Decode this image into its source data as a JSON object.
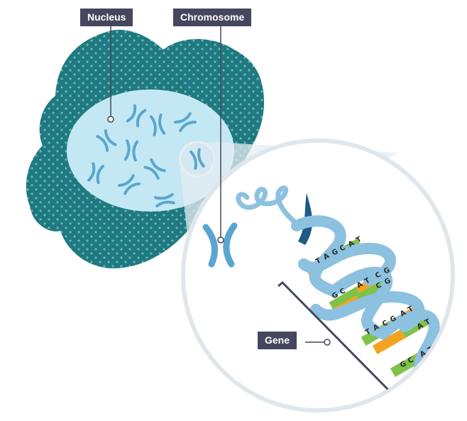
{
  "labels": {
    "nucleus": "Nucleus",
    "chromosome": "Chromosome",
    "gene": "Gene"
  },
  "base_pairs": [
    "T",
    "A",
    "G",
    "C",
    "A",
    "T",
    "G",
    "C",
    "A",
    "T",
    "C",
    "G",
    "C",
    "G",
    "T",
    "A",
    "C",
    "G",
    "A",
    "T",
    "A",
    "T",
    "G",
    "C",
    "A",
    "T"
  ],
  "colors": {
    "cell": "#1e7a80",
    "nucleus": "#c3e8f4",
    "chromosome": "#5aa6d0",
    "dna_backbone": "#8cc1e0",
    "dna_dark": "#1d5a85",
    "base_orange": "#f3a321",
    "base_green": "#7fc24a",
    "label_bg": "#45475e",
    "magnifier": "#dfe7ec"
  }
}
